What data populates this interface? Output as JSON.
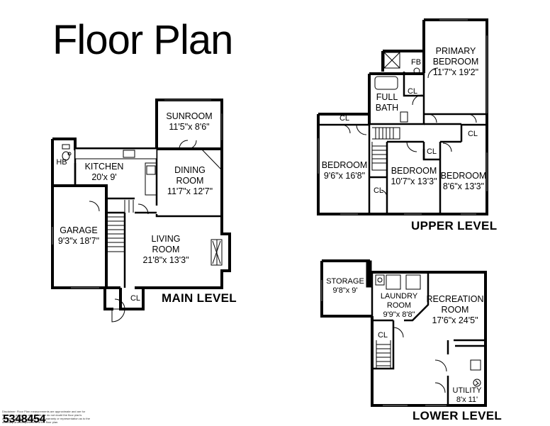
{
  "title": "Floor Plan",
  "levels": {
    "main": "MAIN LEVEL",
    "upper": "UPPER LEVEL",
    "lower": "LOWER LEVEL"
  },
  "rooms": {
    "sunroom": {
      "name": "SUNROOM",
      "dims": "11'5\"x 8'6\""
    },
    "kitchen": {
      "name": "KITCHEN",
      "dims": "20'x 9'"
    },
    "hb": {
      "name": "HB"
    },
    "dining": {
      "name1": "DINING",
      "name2": "ROOM",
      "dims": "11'7\"x 12'7\""
    },
    "garage": {
      "name": "GARAGE",
      "dims": "9'3\"x 18'7\""
    },
    "living": {
      "name1": "LIVING",
      "name2": "ROOM",
      "dims": "21'8\"x 13'3\""
    },
    "main_cl": {
      "name": "CL"
    },
    "primary": {
      "name1": "PRIMARY",
      "name2": "BEDROOM",
      "dims": "11'7\"x 19'2\""
    },
    "fb": {
      "name": "FB"
    },
    "full_bath": {
      "name1": "FULL",
      "name2": "BATH"
    },
    "bed1": {
      "name": "BEDROOM",
      "dims": "9'6\"x 16'8\""
    },
    "bed2": {
      "name": "BEDROOM",
      "dims": "10'7\"x 13'3\""
    },
    "bed3": {
      "name": "BEDROOM",
      "dims": "8'6\"x 13'3\""
    },
    "upper_cl1": {
      "name": "CL"
    },
    "upper_cl2": {
      "name": "CL"
    },
    "upper_cl3": {
      "name": "CL"
    },
    "upper_cl4": {
      "name": "CL"
    },
    "upper_cl5": {
      "name": "CL"
    },
    "storage": {
      "name": "STORAGE",
      "dims": "9'8\"x 9'"
    },
    "laundry": {
      "name1": "LAUNDRY",
      "name2": "ROOM",
      "dims": "9'9\"x 8'8\""
    },
    "recreation": {
      "name1": "RECREATION",
      "name2": "ROOM",
      "dims": "17'6\"x 24'5\""
    },
    "utility": {
      "name": "UTILITY",
      "dims": "8'x 11'"
    },
    "lower_cl": {
      "name": "CL"
    }
  },
  "listing_id": "5348454",
  "disclaimer": "Disclaimer: Floor Plan measurements are approximate and are for illustrative purposes only. While we do not doubt the floor plan's accuracy, we make no guarantee, warranty or representation as to the accuracy and completeness of the floor plan."
}
